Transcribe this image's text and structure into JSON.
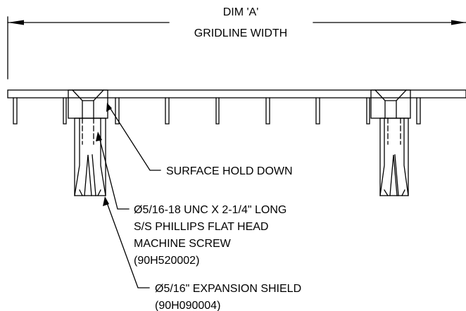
{
  "dimension": {
    "line1": "DIM 'A'",
    "line2": "GRIDLINE WIDTH"
  },
  "callouts": {
    "hold_down": "SURFACE HOLD DOWN",
    "screw": {
      "line1": "Ø5/16-18 UNC X 2-1/4\" LONG",
      "line2": "S/S PHILLIPS FLAT HEAD",
      "line3": "MACHINE SCREW",
      "line4": "(90H520002)"
    },
    "shield": {
      "line1": "Ø5/16\" EXPANSION SHIELD",
      "line2": "(90H090004)"
    }
  },
  "colors": {
    "line": "#000000",
    "background": "#ffffff"
  }
}
